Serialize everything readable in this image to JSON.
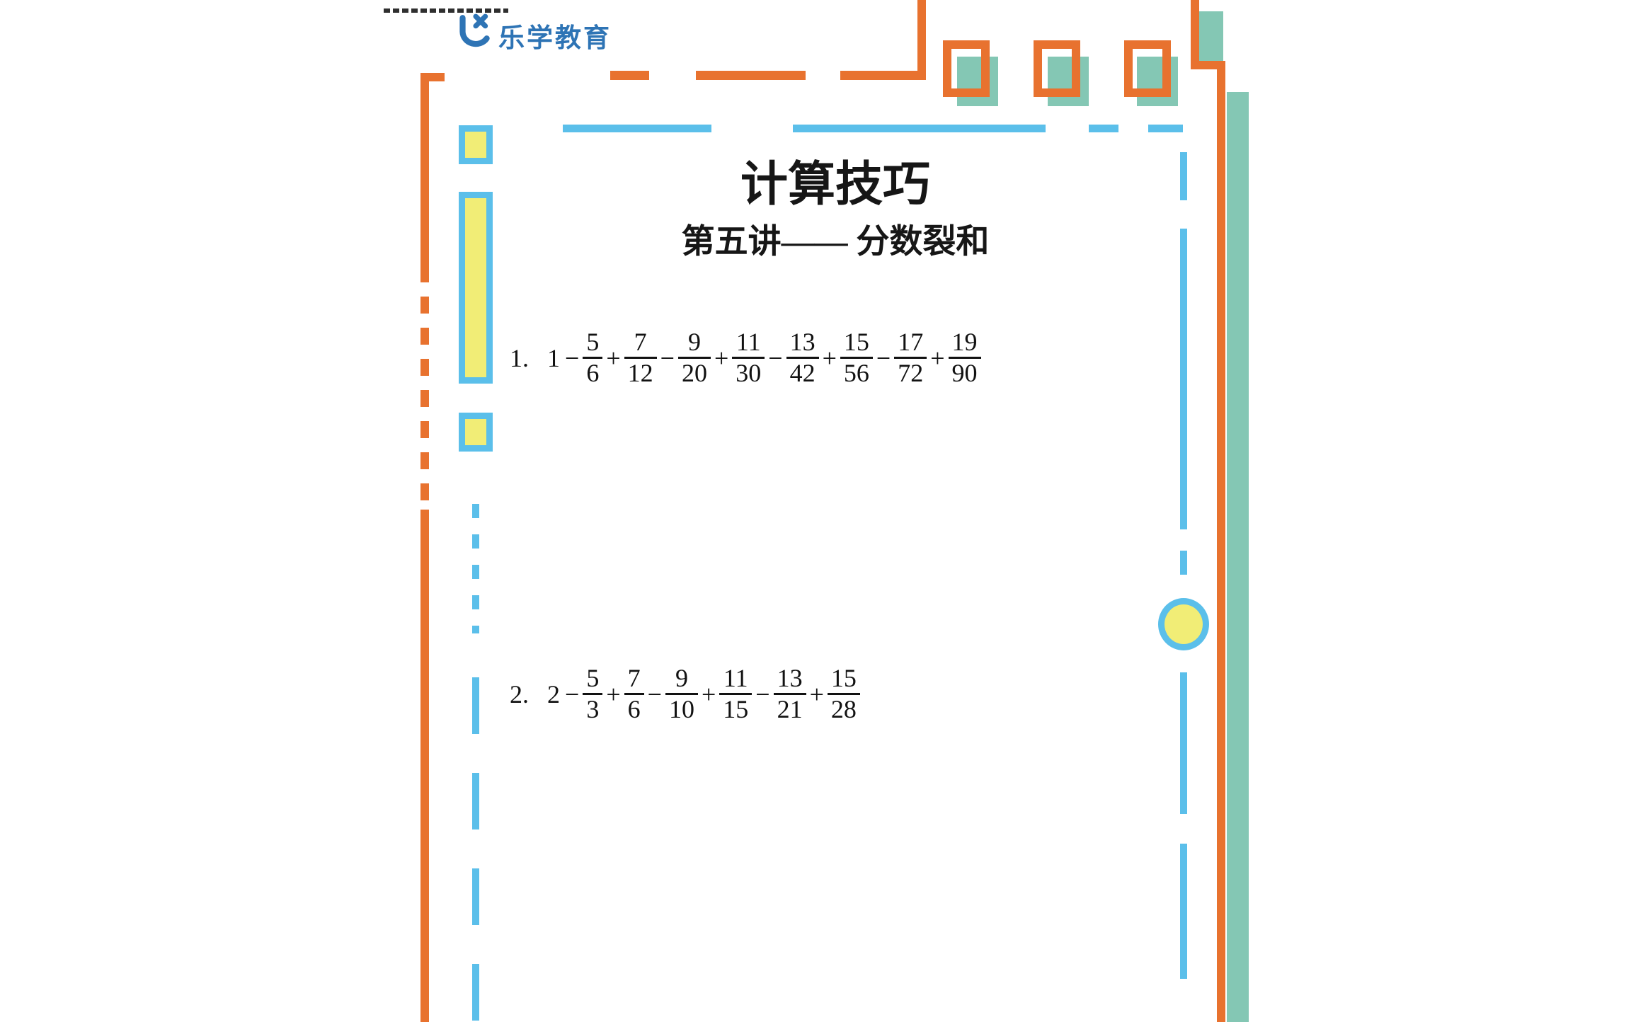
{
  "colors": {
    "orange": "#E8722F",
    "sky": "#5BBFEA",
    "yellow": "#F1ED76",
    "teal": "#84C7B4",
    "logo_blue": "#2E74B5"
  },
  "logo": {
    "name": "乐学教育"
  },
  "header": {
    "title": "计算技巧",
    "subtitle": "第五讲—— 分数裂和"
  },
  "problems": [
    {
      "label": "1.",
      "lead": "1",
      "terms": [
        {
          "op": "−",
          "n": "5",
          "d": "6"
        },
        {
          "op": "+",
          "n": "7",
          "d": "12"
        },
        {
          "op": "−",
          "n": "9",
          "d": "20"
        },
        {
          "op": "+",
          "n": "11",
          "d": "30"
        },
        {
          "op": "−",
          "n": "13",
          "d": "42"
        },
        {
          "op": "+",
          "n": "15",
          "d": "56"
        },
        {
          "op": "−",
          "n": "17",
          "d": "72"
        },
        {
          "op": "+",
          "n": "19",
          "d": "90"
        }
      ]
    },
    {
      "label": "2.",
      "lead": "2",
      "terms": [
        {
          "op": "−",
          "n": "5",
          "d": "3"
        },
        {
          "op": "+",
          "n": "7",
          "d": "6"
        },
        {
          "op": "−",
          "n": "9",
          "d": "10"
        },
        {
          "op": "+",
          "n": "11",
          "d": "15"
        },
        {
          "op": "−",
          "n": "13",
          "d": "21"
        },
        {
          "op": "+",
          "n": "15",
          "d": "28"
        }
      ]
    }
  ]
}
